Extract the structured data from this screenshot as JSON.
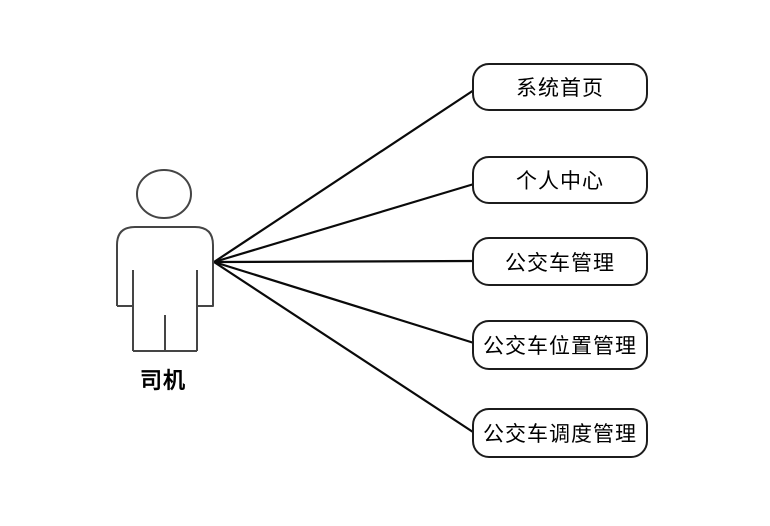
{
  "diagram": {
    "type": "use-case-diagram",
    "actor": {
      "label": "司机"
    },
    "use_cases": [
      {
        "label": "系统首页"
      },
      {
        "label": "个人中心"
      },
      {
        "label": "公交车管理"
      },
      {
        "label": "公交车位置管理"
      },
      {
        "label": "公交车调度管理"
      }
    ],
    "connections": [
      {
        "from": "司机",
        "to": "系统首页"
      },
      {
        "from": "司机",
        "to": "个人中心"
      },
      {
        "from": "司机",
        "to": "公交车管理"
      },
      {
        "from": "司机",
        "to": "公交车位置管理"
      },
      {
        "from": "司机",
        "to": "公交车调度管理"
      }
    ],
    "colors": {
      "background": "#ffffff",
      "node_border": "#1c1c1c",
      "connector": "#0a0a0a",
      "actor_stroke": "#454545",
      "text": "#000000"
    }
  }
}
